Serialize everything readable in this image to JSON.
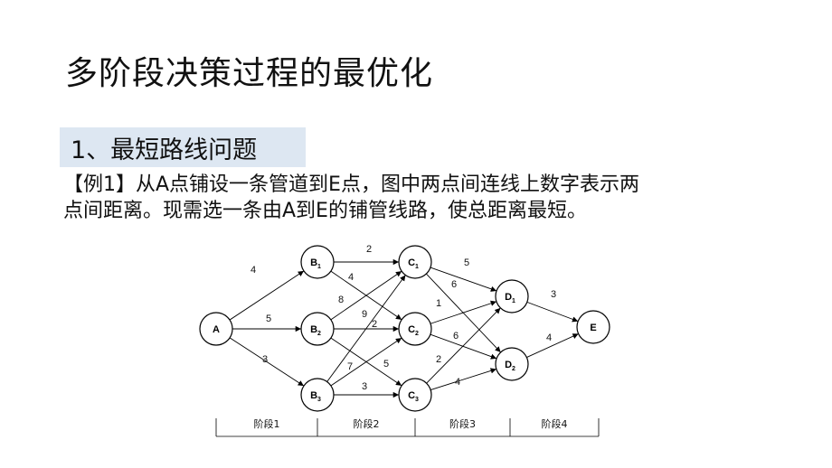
{
  "title": "多阶段决策过程的最优化",
  "section": "1、最短路线问题",
  "problem": {
    "line1": "【例1】从A点铺设一条管道到E点，图中两点间连线上数字表示两",
    "line2": "点间距离。现需选一条由A到E的铺管线路，使总距离最短。"
  },
  "diagram": {
    "nodes": [
      {
        "id": "A",
        "label": "A",
        "sub": ""
      },
      {
        "id": "B1",
        "label": "B",
        "sub": "1"
      },
      {
        "id": "B2",
        "label": "B",
        "sub": "2"
      },
      {
        "id": "B3",
        "label": "B",
        "sub": "3"
      },
      {
        "id": "C1",
        "label": "C",
        "sub": "1"
      },
      {
        "id": "C2",
        "label": "C",
        "sub": "2"
      },
      {
        "id": "C3",
        "label": "C",
        "sub": "3"
      },
      {
        "id": "D1",
        "label": "D",
        "sub": "1"
      },
      {
        "id": "D2",
        "label": "D",
        "sub": "2"
      },
      {
        "id": "E",
        "label": "E",
        "sub": ""
      }
    ],
    "edges": [
      {
        "from": "A",
        "to": "B1",
        "weight": "4"
      },
      {
        "from": "A",
        "to": "B2",
        "weight": "5"
      },
      {
        "from": "A",
        "to": "B3",
        "weight": "3"
      },
      {
        "from": "B1",
        "to": "C1",
        "weight": "2"
      },
      {
        "from": "B1",
        "to": "C2",
        "weight": "4"
      },
      {
        "from": "B2",
        "to": "C1",
        "weight": "8"
      },
      {
        "from": "B2",
        "to": "C2",
        "weight": "2"
      },
      {
        "from": "B2",
        "to": "C3",
        "weight": "5"
      },
      {
        "from": "B3",
        "to": "C1",
        "weight": "9"
      },
      {
        "from": "B3",
        "to": "C2",
        "weight": "7"
      },
      {
        "from": "B3",
        "to": "C3",
        "weight": "3"
      },
      {
        "from": "C1",
        "to": "D1",
        "weight": "5"
      },
      {
        "from": "C1",
        "to": "D2",
        "weight": "6"
      },
      {
        "from": "C2",
        "to": "D1",
        "weight": "1"
      },
      {
        "from": "C2",
        "to": "D2",
        "weight": "6"
      },
      {
        "from": "C3",
        "to": "D1",
        "weight": "2"
      },
      {
        "from": "C3",
        "to": "D2",
        "weight": "4"
      },
      {
        "from": "D1",
        "to": "E",
        "weight": "3"
      },
      {
        "from": "D2",
        "to": "E",
        "weight": "4"
      }
    ],
    "stages": [
      "阶段1",
      "阶段2",
      "阶段3",
      "阶段4"
    ]
  }
}
